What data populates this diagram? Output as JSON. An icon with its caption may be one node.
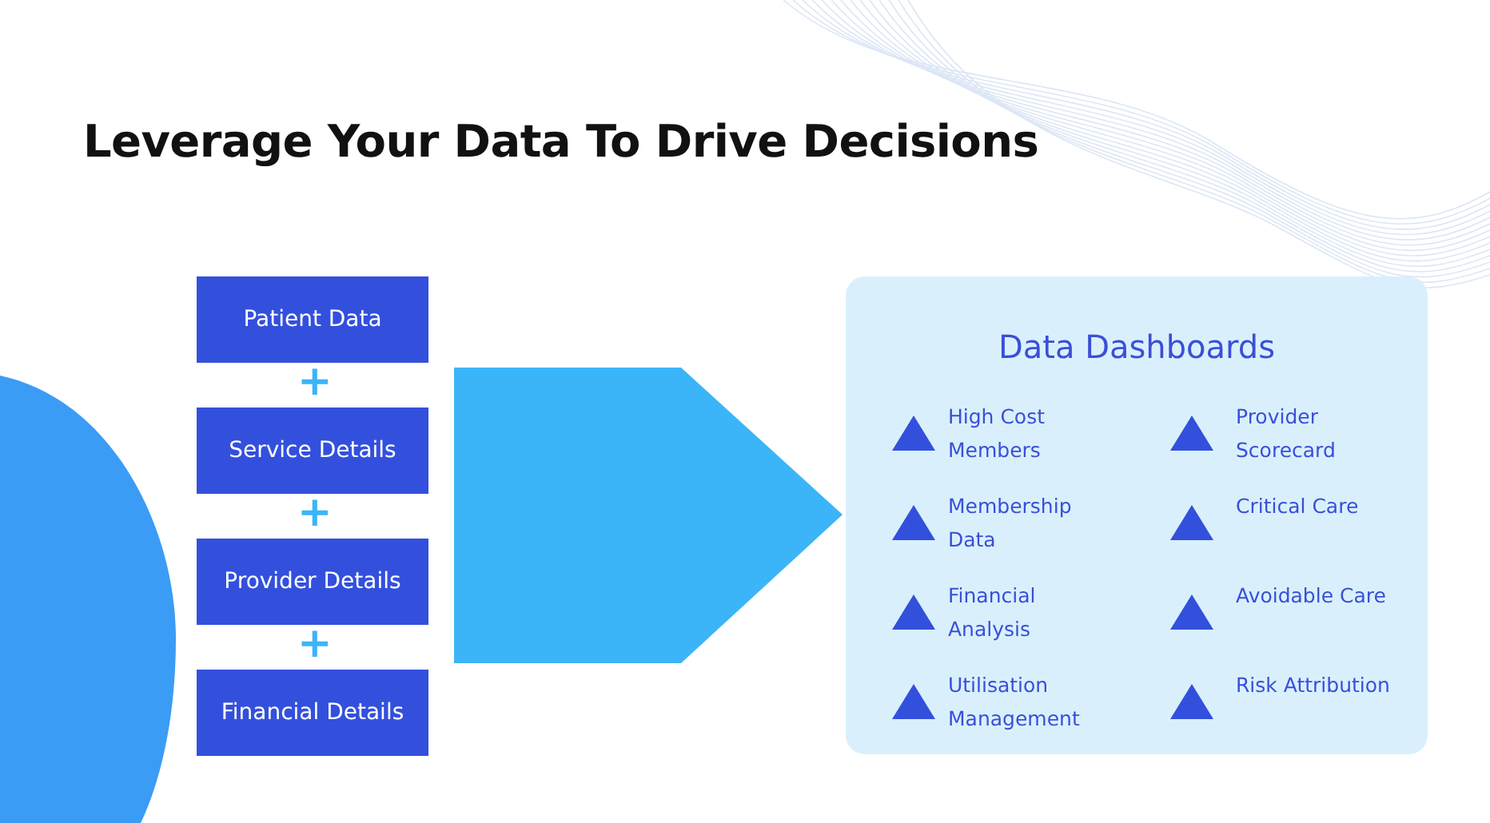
{
  "diagram": {
    "title": "Leverage Your Data To Drive Decisions",
    "nodes": [
      {
        "text": [
          "Patient Data"
        ]
      },
      {
        "text": [
          "Service Details"
        ]
      },
      {
        "text": [
          "Provider Details"
        ]
      },
      {
        "text": [
          "Financial Details"
        ]
      },
      {
        "text": [
          "Data Dashboards",
          "High Cost Members",
          "Provider Scorecard",
          "Membership Data",
          "Critical Care",
          "Financial Analysis",
          "Avoidable Care",
          "Utilisation Management",
          "Risk Attribution"
        ]
      }
    ],
    "edges": [
      {
        "from": null,
        "to": 4,
        "arrow": "to",
        "style": "thick"
      }
    ],
    "labels": [
      "+",
      "+",
      "+"
    ]
  }
}
